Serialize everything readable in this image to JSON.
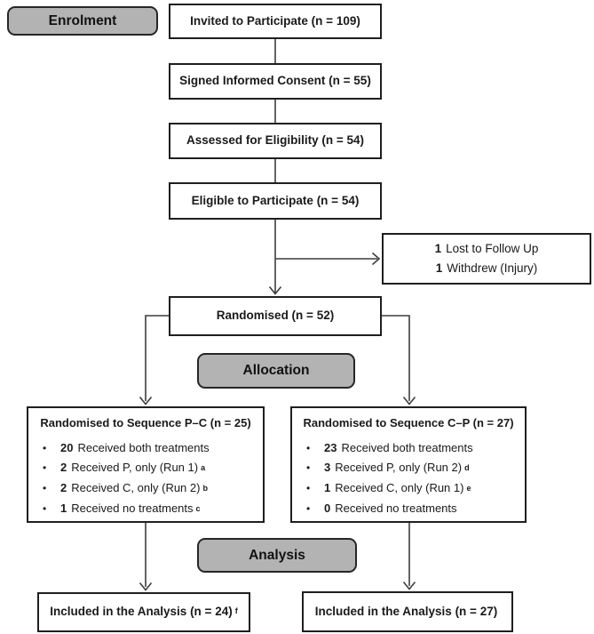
{
  "bullet_char": "•",
  "stages": {
    "enrolment": "Enrolment",
    "allocation": "Allocation",
    "analysis": "Analysis"
  },
  "flow": {
    "invited": "Invited to Participate (n = 109)",
    "signed": "Signed Informed Consent (n = 55)",
    "assessed": "Assessed for Eligibility (n = 54)",
    "eligible": "Eligible to Participate (n = 54)",
    "randomised": "Randomised (n = 52)"
  },
  "exclusions": {
    "lines": [
      {
        "num": "1",
        "text": "Lost to Follow Up"
      },
      {
        "num": "1",
        "text": "Withdrew (Injury)"
      }
    ]
  },
  "allocation_left": {
    "title": "Randomised to Sequence P–C (n = 25)",
    "bullets": [
      {
        "num": "20",
        "text": "Received both treatments",
        "sup": ""
      },
      {
        "num": "2",
        "text": "Received P, only (Run 1)",
        "sup": "a"
      },
      {
        "num": "2",
        "text": "Received C, only (Run 2)",
        "sup": "b"
      },
      {
        "num": "1",
        "text": "Received no treatments",
        "sup": "c"
      }
    ]
  },
  "allocation_right": {
    "title": "Randomised to Sequence C–P (n = 27)",
    "bullets": [
      {
        "num": "23",
        "text": "Received both treatments",
        "sup": ""
      },
      {
        "num": "3",
        "text": "Received P, only (Run 2)",
        "sup": "d"
      },
      {
        "num": "1",
        "text": "Received C, only (Run 1)",
        "sup": "e"
      },
      {
        "num": "0",
        "text": "Received no treatments",
        "sup": ""
      }
    ]
  },
  "analysis_left": {
    "text": "Included in the Analysis (n = 24)",
    "sup": "f"
  },
  "analysis_right": {
    "text": "Included in the Analysis (n = 27)",
    "sup": ""
  },
  "colors": {
    "stage_fill": "#b3b3b3",
    "stage_border": "#262626",
    "box_border": "#1f1f1f",
    "line": "#3d3d3d"
  }
}
